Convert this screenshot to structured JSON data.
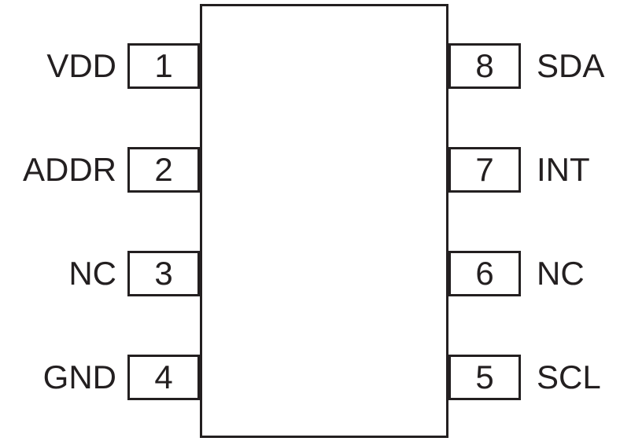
{
  "diagram": {
    "type": "ic-pinout",
    "package": "8-pin DIP/SOIC top view",
    "colors": {
      "line": "#231f20",
      "background": "#ffffff"
    }
  },
  "pins": {
    "left": [
      {
        "number": "1",
        "name": "VDD"
      },
      {
        "number": "2",
        "name": "ADDR"
      },
      {
        "number": "3",
        "name": "NC"
      },
      {
        "number": "4",
        "name": "GND"
      }
    ],
    "right": [
      {
        "number": "8",
        "name": "SDA"
      },
      {
        "number": "7",
        "name": "INT"
      },
      {
        "number": "6",
        "name": "NC"
      },
      {
        "number": "5",
        "name": "SCL"
      }
    ]
  }
}
